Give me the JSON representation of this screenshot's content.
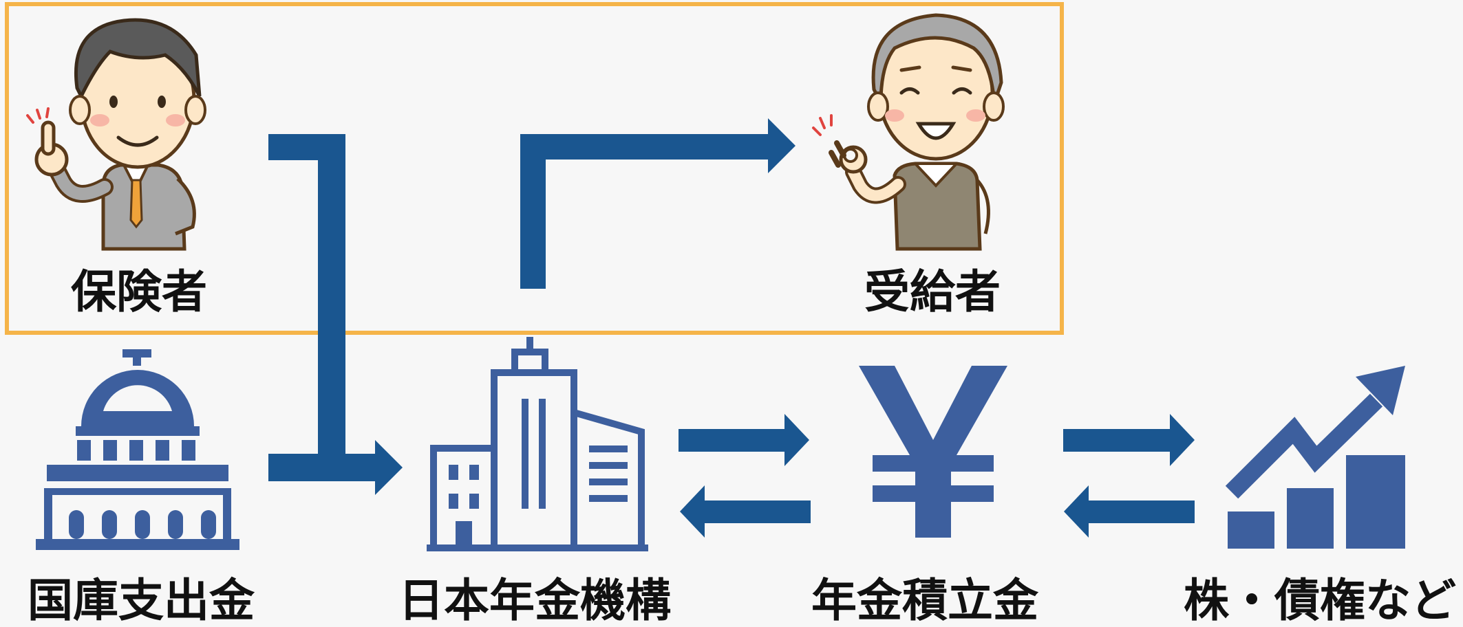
{
  "labels": {
    "insured": "保険者",
    "recipient": "受給者",
    "treasury": "国庫支出金",
    "pension_org": "日本年金機構",
    "reserve_fund": "年金積立金",
    "stocks_bonds": "株・債権など"
  },
  "icon_names": {
    "insured": "businessman-pointing-icon",
    "recipient": "elderly-man-ok-sign-icon",
    "treasury": "government-building-icon",
    "pension_org": "office-building-icon",
    "reserve_fund": "yen-icon",
    "stocks_bonds": "growth-chart-icon"
  },
  "colors": {
    "arrow": "#1a5690",
    "icon": "#3d5f9e",
    "highlight_box": "#f5b449",
    "background": "#f7f7f7"
  }
}
